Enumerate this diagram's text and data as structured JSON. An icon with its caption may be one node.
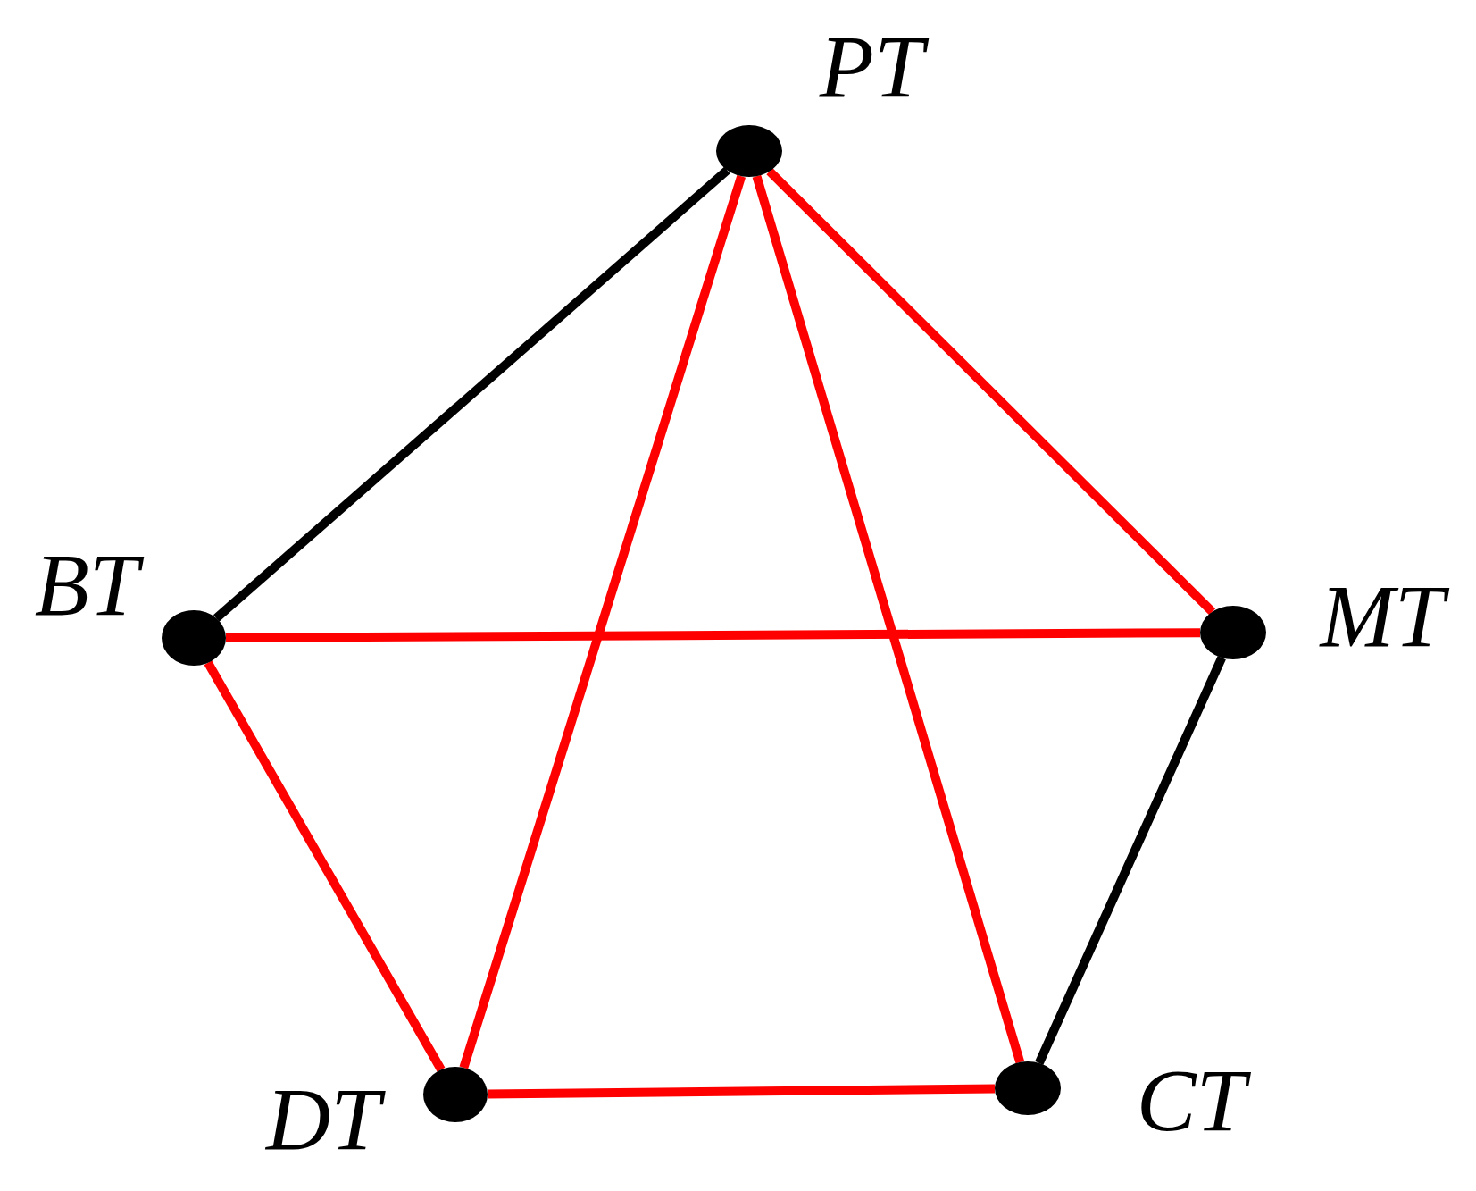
{
  "diagram": {
    "nodes": [
      {
        "text": [],
        "shape": "circle",
        "beside": [
          "PT"
        ]
      },
      {
        "text": [],
        "shape": "circle",
        "beside": [
          "BT"
        ]
      },
      {
        "text": [],
        "shape": "circle",
        "beside": [
          "MT"
        ]
      },
      {
        "text": [],
        "shape": "circle",
        "beside": [
          "DT"
        ]
      },
      {
        "text": [],
        "shape": "circle",
        "beside": [
          "CT"
        ]
      }
    ],
    "edges": [
      {
        "from": 0,
        "to": 1,
        "arrow": "none",
        "color": "#000000"
      },
      {
        "from": 0,
        "to": 2,
        "arrow": "none"
      },
      {
        "from": 0,
        "to": 3,
        "arrow": "none"
      },
      {
        "from": 0,
        "to": 4,
        "arrow": "none"
      },
      {
        "from": 1,
        "to": 2,
        "arrow": "none"
      },
      {
        "from": 1,
        "to": 3,
        "arrow": "none"
      },
      {
        "from": 2,
        "to": 4,
        "arrow": "none",
        "color": "#000000"
      },
      {
        "from": 3,
        "to": 4,
        "arrow": "none"
      }
    ]
  }
}
